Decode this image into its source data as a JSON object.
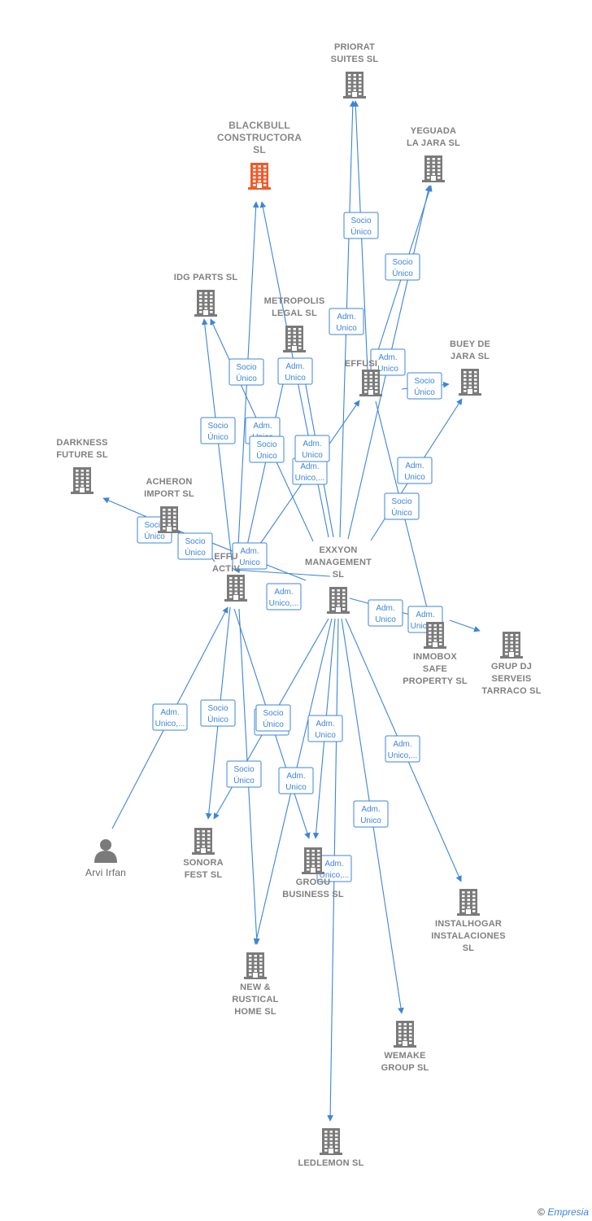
{
  "colors": {
    "edge": "#3d85d8",
    "company": "#7a7a7a",
    "focus": "#f05a28",
    "person": "#7a7a7a"
  },
  "nodes": [
    {
      "id": "priorat",
      "lines": [
        "PRIORAT",
        "SUITES  SL"
      ],
      "type": "company",
      "icon": "building-icon"
    },
    {
      "id": "blackbull",
      "lines": [
        "BLACKBULL",
        "CONSTRUCTORA",
        "SL"
      ],
      "type": "focus",
      "icon": "building-icon"
    },
    {
      "id": "yeguada",
      "lines": [
        "YEGUADA",
        "LA JARA  SL"
      ],
      "type": "company",
      "icon": "building-icon"
    },
    {
      "id": "idgparts",
      "lines": [
        "IDG PARTS  SL"
      ],
      "type": "company",
      "icon": "building-icon"
    },
    {
      "id": "metropolis",
      "lines": [
        "METROPOLIS",
        "LEGAL  SL"
      ],
      "type": "company",
      "icon": "building-icon"
    },
    {
      "id": "effusi",
      "lines": [
        "EFFUSI"
      ],
      "type": "company",
      "icon": "building-icon"
    },
    {
      "id": "buey",
      "lines": [
        "BUEY DE",
        "JARA  SL"
      ],
      "type": "company",
      "icon": "building-icon"
    },
    {
      "id": "darkness",
      "lines": [
        "DARKNESS",
        "FUTURE  SL"
      ],
      "type": "company",
      "icon": "building-icon"
    },
    {
      "id": "acheron",
      "lines": [
        "ACHERON",
        "IMPORT  SL"
      ],
      "type": "company",
      "icon": "building-icon"
    },
    {
      "id": "effuactiv",
      "lines": [
        "EFFU",
        "ACTIV"
      ],
      "type": "company",
      "icon": "building-icon"
    },
    {
      "id": "exxyon",
      "lines": [
        "EXXYON",
        "MANAGEMENT",
        "SL"
      ],
      "type": "company",
      "icon": "building-icon"
    },
    {
      "id": "inmobox",
      "lines": [
        "INMOBOX",
        "SAFE",
        "PROPERTY  SL"
      ],
      "type": "company",
      "icon": "building-icon"
    },
    {
      "id": "grupdj",
      "lines": [
        "GRUP DJ",
        "SERVEIS",
        "TARRACO  SL"
      ],
      "type": "company",
      "icon": "building-icon"
    },
    {
      "id": "arvi",
      "lines": [
        "Arvi Irfan"
      ],
      "type": "person",
      "icon": "person-icon"
    },
    {
      "id": "sonora",
      "lines": [
        "SONORA",
        "FEST  SL"
      ],
      "type": "company",
      "icon": "building-icon"
    },
    {
      "id": "grogu",
      "lines": [
        "GROGU",
        "BUSINESS  SL"
      ],
      "type": "company",
      "icon": "building-icon"
    },
    {
      "id": "instalhogar",
      "lines": [
        "INSTALHOGAR",
        "INSTALACIONES",
        "SL"
      ],
      "type": "company",
      "icon": "building-icon"
    },
    {
      "id": "newrustical",
      "lines": [
        "NEW &",
        "RUSTICAL",
        "HOME  SL"
      ],
      "type": "company",
      "icon": "building-icon"
    },
    {
      "id": "wemake",
      "lines": [
        "WEMAKE",
        "GROUP  SL"
      ],
      "type": "company",
      "icon": "building-icon"
    },
    {
      "id": "ledlemon",
      "lines": [
        "LEDLEMON  SL"
      ],
      "type": "company",
      "icon": "building-icon"
    }
  ],
  "edges": [
    {
      "from": "exxyon",
      "to": "priorat",
      "label": [
        "Adm.",
        "Unico"
      ]
    },
    {
      "from": "effusi",
      "to": "priorat",
      "label": [
        "Socio",
        "Único"
      ]
    },
    {
      "from": "exxyon",
      "to": "yeguada",
      "label": [
        "Adm.",
        "Unico"
      ]
    },
    {
      "from": "effusi",
      "to": "yeguada",
      "label": [
        "Socio",
        "Único"
      ]
    },
    {
      "from": "effuactiv",
      "to": "blackbull",
      "label": [
        "Socio",
        "Único"
      ]
    },
    {
      "from": "exxyon",
      "to": "blackbull",
      "label": [
        "Adm.",
        "Unico"
      ]
    },
    {
      "from": "effuactiv",
      "to": "idgparts",
      "label": [
        "Socio",
        "Único"
      ]
    },
    {
      "from": "exxyon",
      "to": "idgparts",
      "label": [
        "Adm.",
        "Unico"
      ]
    },
    {
      "from": "effuactiv",
      "to": "metropolis",
      "label": [
        "Socio",
        "Único"
      ]
    },
    {
      "from": "exxyon",
      "to": "metropolis",
      "label": [
        "Adm.",
        "Unico,..."
      ]
    },
    {
      "from": "effuactiv",
      "to": "effusi",
      "label": [
        "Adm.",
        "Unico"
      ]
    },
    {
      "from": "effusi",
      "to": "buey",
      "label": [
        "Socio",
        "Único"
      ]
    },
    {
      "from": "exxyon",
      "to": "buey",
      "label": [
        "Adm.",
        "Unico"
      ]
    },
    {
      "from": "effuactiv",
      "to": "darkness",
      "label": [
        "Socio",
        "Único"
      ]
    },
    {
      "from": "effuactiv",
      "to": "acheron",
      "label": [
        "Socio",
        "Único"
      ]
    },
    {
      "from": "exxyon",
      "to": "acheron",
      "label": [
        "Adm.",
        "Unico,..."
      ]
    },
    {
      "from": "exxyon",
      "to": "effuactiv",
      "label": [
        "Adm.",
        "Unico"
      ]
    },
    {
      "from": "effusi",
      "to": "inmobox",
      "label": [
        "Socio",
        "Único"
      ]
    },
    {
      "from": "exxyon",
      "to": "inmobox",
      "label": [
        "Adm.",
        "Unico"
      ]
    },
    {
      "from": "inmobox",
      "to": "grupdj",
      "label": [
        "Adm.",
        "Unico,..."
      ]
    },
    {
      "from": "arvi",
      "to": "effuactiv",
      "label": [
        "Adm.",
        "Unico,..."
      ]
    },
    {
      "from": "effuactiv",
      "to": "sonora",
      "label": [
        "Socio",
        "Único"
      ]
    },
    {
      "from": "exxyon",
      "to": "sonora",
      "label": [
        "Socio",
        "Único"
      ]
    },
    {
      "from": "effuactiv",
      "to": "grogu",
      "label": [
        "Socio",
        "Único"
      ]
    },
    {
      "from": "exxyon",
      "to": "grogu",
      "label": [
        "Adm.",
        "Unico"
      ]
    },
    {
      "from": "effuactiv",
      "to": "newrustical",
      "label": [
        "Socio",
        "Único"
      ]
    },
    {
      "from": "exxyon",
      "to": "newrustical",
      "label": [
        "Adm.",
        "Unico"
      ]
    },
    {
      "from": "exxyon",
      "to": "instalhogar",
      "label": [
        "Adm.",
        "Unico,..."
      ]
    },
    {
      "from": "exxyon",
      "to": "wemake",
      "label": [
        "Adm.",
        "Unico"
      ]
    },
    {
      "from": "exxyon",
      "to": "ledlemon",
      "label": [
        "Adm.",
        "Unico,..."
      ]
    }
  ],
  "footer": {
    "copyright": "©",
    "brand": "Empresia"
  }
}
